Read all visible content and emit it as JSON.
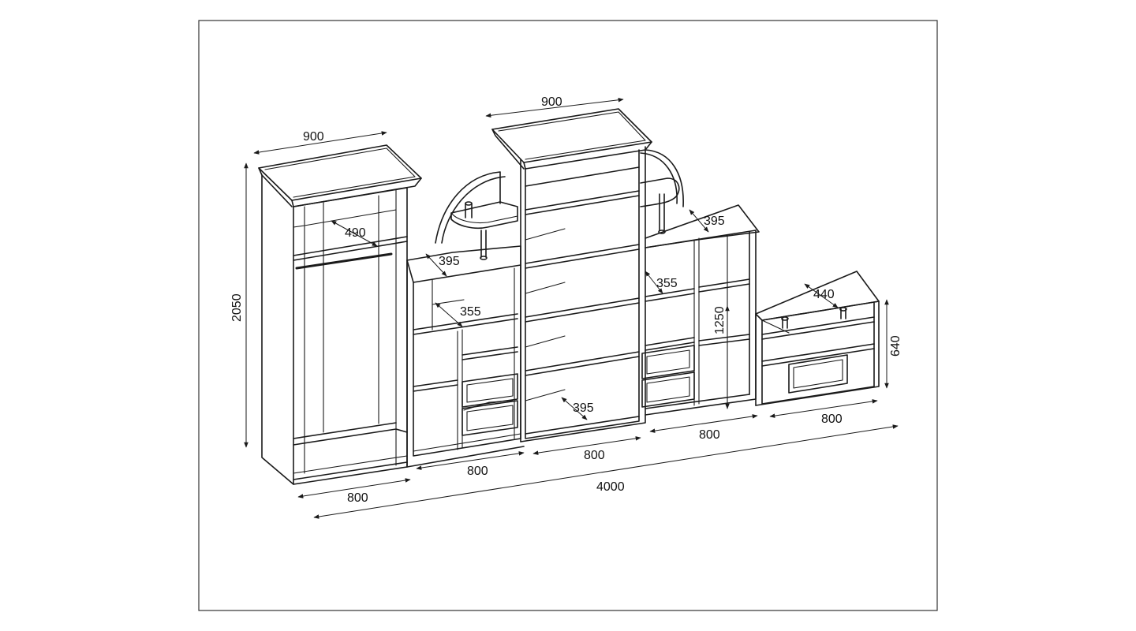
{
  "diagram": {
    "line_color": "#1a1a1a",
    "background": "#ffffff",
    "dimensions": {
      "top_width_left": "900",
      "top_width_center": "900",
      "depth_wardrobe": "490",
      "depth_shelf_left": "395",
      "depth_inner_left": "355",
      "depth_center_bottom": "395",
      "depth_shelf_right": "395",
      "depth_inner_right": "355",
      "depth_tv_unit": "440",
      "height_total": "2050",
      "height_right_section": "1250",
      "height_tv_unit": "640",
      "width_wardrobe": "800",
      "width_left_section": "800",
      "width_center_section": "800",
      "width_right_section": "800",
      "width_tv_unit": "800",
      "width_total": "4000"
    }
  }
}
